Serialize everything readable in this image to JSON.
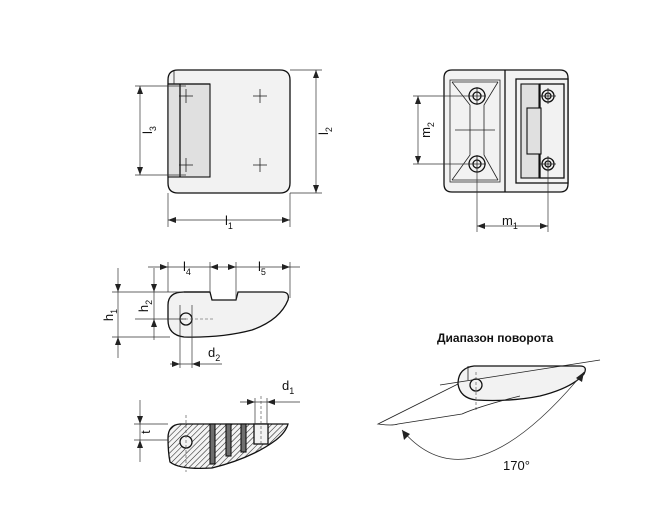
{
  "dimensions": {
    "l1": {
      "main": "l",
      "sub": "1"
    },
    "l2": {
      "main": "l",
      "sub": "2"
    },
    "l3": {
      "main": "l",
      "sub": "3"
    },
    "l4": {
      "main": "l",
      "sub": "4"
    },
    "l5": {
      "main": "l",
      "sub": "5"
    },
    "m1": {
      "main": "m",
      "sub": "1"
    },
    "m2": {
      "main": "m",
      "sub": "2"
    },
    "h1": {
      "main": "h",
      "sub": "1"
    },
    "h2": {
      "main": "h",
      "sub": "2"
    },
    "d1": {
      "main": "d",
      "sub": "1"
    },
    "d2": {
      "main": "d",
      "sub": "2"
    },
    "t": "t"
  },
  "rotation": {
    "title": "Диапазон поворота",
    "angle": "170°"
  }
}
